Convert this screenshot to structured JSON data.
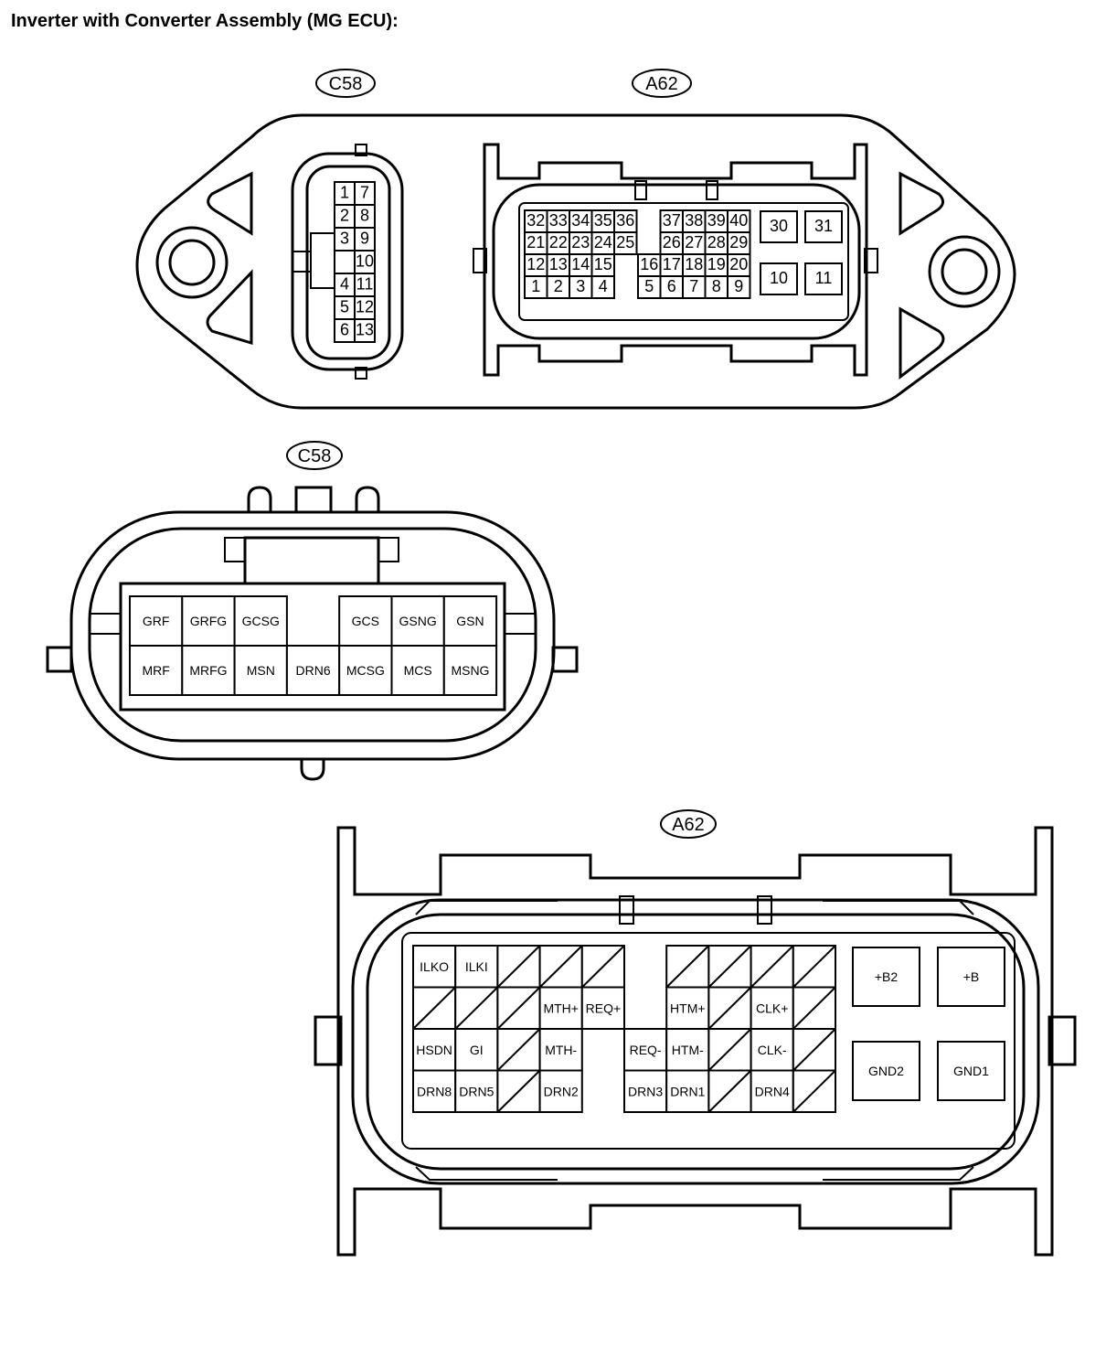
{
  "title": "Inverter with Converter Assembly (MG ECU):",
  "overview": {
    "c58_label": "C58",
    "a62_label": "A62",
    "c58_pins": [
      [
        "1",
        "7"
      ],
      [
        "2",
        "8"
      ],
      [
        "3",
        "9"
      ],
      [
        "",
        "10"
      ],
      [
        "4",
        "11"
      ],
      [
        "5",
        "12"
      ],
      [
        "6",
        "13"
      ]
    ],
    "a62_left_rows": [
      [
        "32",
        "33",
        "34",
        "35",
        "36"
      ],
      [
        "21",
        "22",
        "23",
        "24",
        "25"
      ],
      [
        "12",
        "13",
        "14",
        "15"
      ],
      [
        "1",
        "2",
        "3",
        "4"
      ]
    ],
    "a62_right_rows": [
      [
        "37",
        "38",
        "39",
        "40"
      ],
      [
        "26",
        "27",
        "28",
        "29"
      ],
      [
        "16",
        "17",
        "18",
        "19",
        "20"
      ],
      [
        "5",
        "6",
        "7",
        "8",
        "9"
      ]
    ],
    "a62_big": [
      "30",
      "31",
      "10",
      "11"
    ]
  },
  "c58_detail": {
    "label": "C58",
    "top_row": [
      "GRF",
      "GRFG",
      "GCSG",
      "",
      "GCS",
      "GSNG",
      "GSN"
    ],
    "bottom_row": [
      "MRF",
      "MRFG",
      "MSN",
      "DRN6",
      "MCSG",
      "MCS",
      "MSNG"
    ]
  },
  "a62_detail": {
    "label": "A62",
    "left_grid": [
      [
        "ILKO",
        "ILKI",
        "/",
        "/",
        "/"
      ],
      [
        "/",
        "/",
        "/",
        "MTH+",
        "REQ+"
      ],
      [
        "HSDN",
        "GI",
        "/",
        "MTH-",
        ""
      ],
      [
        "DRN8",
        "DRN5",
        "/",
        "DRN2",
        ""
      ]
    ],
    "right_grid": [
      [
        "",
        "/",
        "/",
        "/",
        "/"
      ],
      [
        "",
        "HTM+",
        "/",
        "CLK+",
        "/"
      ],
      [
        "REQ-",
        "HTM-",
        "/",
        "CLK-",
        "/"
      ],
      [
        "DRN3",
        "DRN1",
        "/",
        "DRN4",
        "/"
      ]
    ],
    "power": [
      "+B2",
      "+B",
      "GND2",
      "GND1"
    ]
  }
}
